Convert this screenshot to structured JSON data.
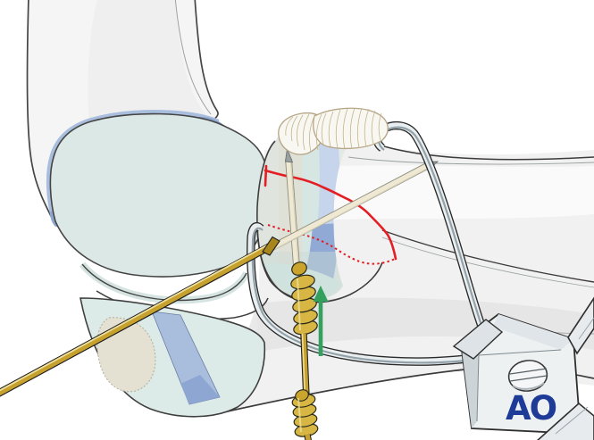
{
  "illustration": {
    "description": "Lateral elbow illustration: olecranon fracture fixed with two K-wires and a tension-band cerclage wire being twisted with pliers; green arrow shows tightening direction.",
    "logo": {
      "text": "AO",
      "color": "#1d3b97"
    },
    "colors": {
      "background": "#ffffff",
      "bone_fill": "#f2f2f2",
      "bone_outline": "#3c3c3c",
      "cartilage_teal": "#dcе9e6",
      "cartilage_blue": "#a9bddd",
      "cartilage_blue_dark": "#8da6d2",
      "subchondral_beige": "#e7e4d6",
      "fracture_red": "#e31e24",
      "arrow_green": "#33a05e",
      "wire_gold": "#c7a12e",
      "kwire_cream": "#efe9d4",
      "instrument_steel": "#e9eef0",
      "tendon_striation": "#c4b48e"
    },
    "elements": [
      {
        "name": "humerus",
        "description": "Distal humerus shaft, upper left"
      },
      {
        "name": "humeral-condyle",
        "description": "Condyle with blue cartilage rim and beige subchondral oval"
      },
      {
        "name": "coronoid-radial-block",
        "description": "Coronoid/radial head block with cartilage, lower left"
      },
      {
        "name": "olecranon-fragment",
        "description": "Proximal olecranon fragment with articular bands"
      },
      {
        "name": "forearm",
        "description": "Ulna and radius shafts extending right"
      },
      {
        "name": "fracture-line-solid",
        "description": "Red solid fracture line on near cortex"
      },
      {
        "name": "fracture-line-dotted",
        "description": "Red dotted fracture trace on far cortex"
      },
      {
        "name": "k-wire-vertical",
        "description": "Longitudinal K-wire, tip protruding at olecranon"
      },
      {
        "name": "k-wire-oblique",
        "description": "Oblique K-wire crossing into forearm"
      },
      {
        "name": "cerclage-wire",
        "description": "Gold tension-band wire with two twisted coils"
      },
      {
        "name": "direction-arrow",
        "description": "Green arrow pointing proximally at the twist"
      },
      {
        "name": "pliers",
        "description": "Wire-twisting pliers head with pivot hole, lower right"
      },
      {
        "name": "triceps-tendon",
        "description": "Striated triceps tendon over olecranon tip"
      }
    ]
  }
}
